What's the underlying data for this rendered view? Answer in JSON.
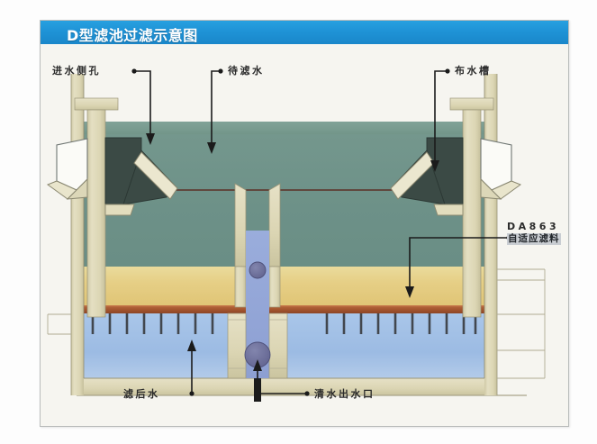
{
  "header": {
    "title": "D型滤池过滤示意图",
    "bar_color": "#1f93d6"
  },
  "labels": {
    "inlet_side_hole": "进水侧孔",
    "raw_water": "待滤水",
    "distribution_trough": "布水槽",
    "media_code": "DA863",
    "media_name": "自适应滤料",
    "filtered_water": "滤后水",
    "clear_water_outlet": "清水出水口"
  },
  "diagram": {
    "type": "cross-section",
    "caption": "D型滤池过滤示意图",
    "layers": [
      {
        "name": "待滤水",
        "role": "raw-water-above-media",
        "color": "#6d9188"
      },
      {
        "name": "自适应滤料",
        "role": "filter-media-bed",
        "color": "#e7d089"
      },
      {
        "name": "滤板滤头",
        "role": "nozzle-support-plate",
        "color": "#a4562f"
      },
      {
        "name": "滤后水",
        "role": "filtered-water-plenum",
        "color": "#9fbde4"
      },
      {
        "name": "清水渠",
        "role": "central-clearwater-channel",
        "color": "#93a6d8"
      }
    ],
    "structures": [
      {
        "name": "进水侧孔",
        "role": "inlet-side-orifice",
        "count": 2
      },
      {
        "name": "布水槽",
        "role": "water-distribution-trough",
        "count": 2
      },
      {
        "name": "清水出水口",
        "role": "clear-water-outlet-port",
        "count": 1
      }
    ],
    "colors": {
      "concrete": "#ded9bb",
      "concrete_dark": "#c8c2a0",
      "water_top": "#7d9e94",
      "water_body": "#6d9188",
      "media": "#e7d089",
      "plate": "#a4562f",
      "plenum": "#9fbde4",
      "channel": "#93a6d8",
      "port": "#6e6f9c",
      "hopper_dark": "#3b4a45",
      "redline": "#5c3026",
      "outline": "#5e6662",
      "arrow": "#1b1b1b"
    }
  }
}
